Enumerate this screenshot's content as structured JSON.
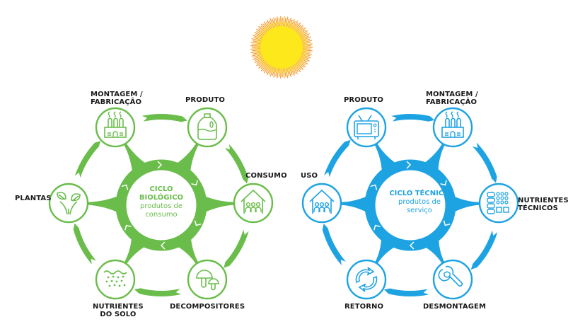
{
  "colors": {
    "biological": "#6abd4b",
    "technical": "#1ea3e2",
    "sun_core": "#fde81c",
    "sun_rays": "#f39a2b",
    "label_text": "#1a1a1a"
  },
  "sun": {
    "icon": "sun-icon"
  },
  "biological_cycle": {
    "title_line1": "CICLO",
    "title_line2": "BIOLÓGICO",
    "subtitle_line1": "produtos de",
    "subtitle_line2": "consumo",
    "nodes": [
      {
        "id": "montagem",
        "label_line1": "MONTAGEM /",
        "label_line2": "FABRICAÇÃO",
        "icon": "factory-icon"
      },
      {
        "id": "produto",
        "label_line1": "PRODUTO",
        "label_line2": "",
        "icon": "bottle-icon"
      },
      {
        "id": "consumo",
        "label_line1": "CONSUMO",
        "label_line2": "",
        "icon": "house-family-icon"
      },
      {
        "id": "decompositores",
        "label_line1": "DECOMPOSITORES",
        "label_line2": "",
        "icon": "mushroom-icon"
      },
      {
        "id": "nutrientes-solo",
        "label_line1": "NUTRIENTES",
        "label_line2": "DO SOLO",
        "icon": "soil-nutrients-icon"
      },
      {
        "id": "plantas",
        "label_line1": "PLANTAS",
        "label_line2": "",
        "icon": "plant-icon"
      }
    ]
  },
  "technical_cycle": {
    "title_line1": "CICLO TÉCNICO",
    "subtitle_line1": "produtos de",
    "subtitle_line2": "serviço",
    "nodes": [
      {
        "id": "produto",
        "label_line1": "PRODUTO",
        "label_line2": "",
        "icon": "tv-icon"
      },
      {
        "id": "montagem",
        "label_line1": "MONTAGEM /",
        "label_line2": "FABRICAÇÃO",
        "icon": "factory-icon"
      },
      {
        "id": "nutrientes-tecnicos",
        "label_line1": "NUTRIENTES",
        "label_line2": "TÉCNICOS",
        "icon": "technical-parts-icon"
      },
      {
        "id": "desmontagem",
        "label_line1": "DESMONTAGEM",
        "label_line2": "",
        "icon": "wrench-icon"
      },
      {
        "id": "retorno",
        "label_line1": "RETORNO",
        "label_line2": "",
        "icon": "recycle-arrows-icon"
      },
      {
        "id": "uso",
        "label_line1": "USO",
        "label_line2": "",
        "icon": "house-family-icon"
      }
    ]
  }
}
